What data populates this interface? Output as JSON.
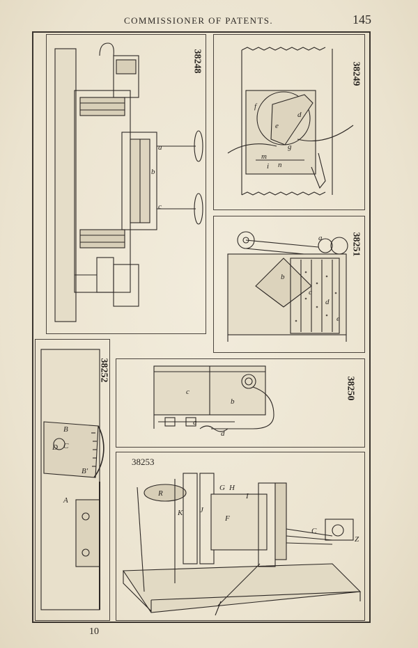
{
  "header": {
    "running_title": "COMMISSIONER OF PATENTS.",
    "page_number": "145"
  },
  "figures": [
    {
      "id": "fig-38248",
      "number": "38248",
      "labels": [
        "a",
        "b",
        "c"
      ]
    },
    {
      "id": "fig-38249",
      "number": "38249",
      "labels": [
        "f",
        "e",
        "g",
        "m",
        "n",
        "i",
        "d"
      ]
    },
    {
      "id": "fig-38251",
      "number": "38251",
      "labels": [
        "a",
        "b",
        "c",
        "d",
        "e"
      ]
    },
    {
      "id": "fig-38252",
      "number": "38252",
      "labels": [
        "A",
        "B",
        "B'",
        "C",
        "D"
      ]
    },
    {
      "id": "fig-38250",
      "number": "38250",
      "labels": [
        "a",
        "b",
        "c",
        "d"
      ]
    },
    {
      "id": "fig-38253",
      "number": "38253",
      "labels": [
        "R",
        "G",
        "H",
        "I",
        "K",
        "J",
        "F",
        "C",
        "Z"
      ]
    }
  ],
  "footer": {
    "signature_mark": "10"
  },
  "colors": {
    "paper": "#ede6d3",
    "ink": "#2a2622"
  }
}
